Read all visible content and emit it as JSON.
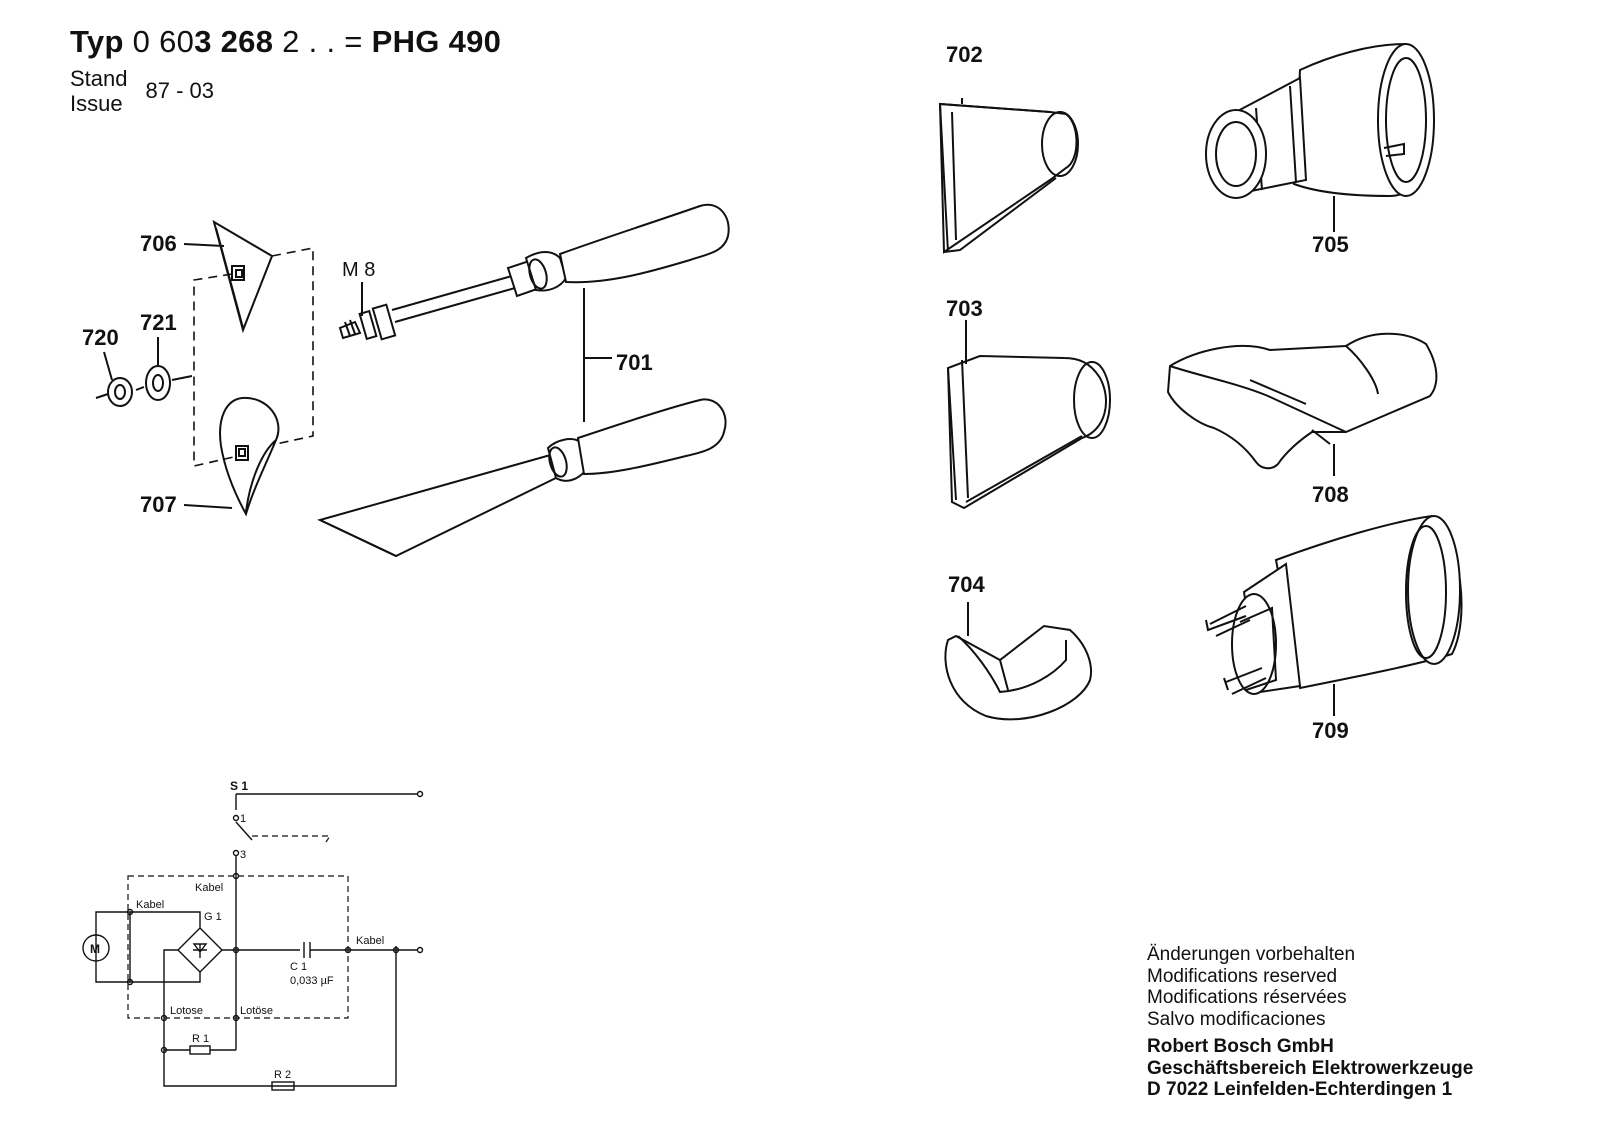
{
  "header": {
    "typ_label": "Typ",
    "typ_number_a": "0 60",
    "typ_number_b": "3 268",
    "typ_number_c": " 2 . . = ",
    "model": "PHG 490",
    "stand_label": "Stand",
    "issue_label": "Issue",
    "issue_value": "87 - 03"
  },
  "parts": {
    "p701": "701",
    "p702": "702",
    "p703": "703",
    "p704": "704",
    "p705": "705",
    "p706": "706",
    "p707": "707",
    "p708": "708",
    "p709": "709",
    "p720": "720",
    "p721": "721",
    "thread": "M 8"
  },
  "circuit": {
    "s1": "S 1",
    "t1": "1",
    "t3": "3",
    "kabel_top": "Kabel",
    "kabel_left": "Kabel",
    "kabel_right": "Kabel",
    "g1": "G 1",
    "motor": "M",
    "c1": "C 1",
    "c1_value": "0,033 µF",
    "lotose_left": "Lotose",
    "lotose_right": "Lotöse",
    "r1": "R 1",
    "r2": "R 2"
  },
  "footer": {
    "line1": "Änderungen vorbehalten",
    "line2": "Modifications reserved",
    "line3": "Modifications réservées",
    "line4": "Salvo modificaciones",
    "company": "Robert Bosch GmbH",
    "division": "Geschäftsbereich Elektrowerkzeuge",
    "address": "D 7022 Leinfelden-Echterdingen 1"
  }
}
